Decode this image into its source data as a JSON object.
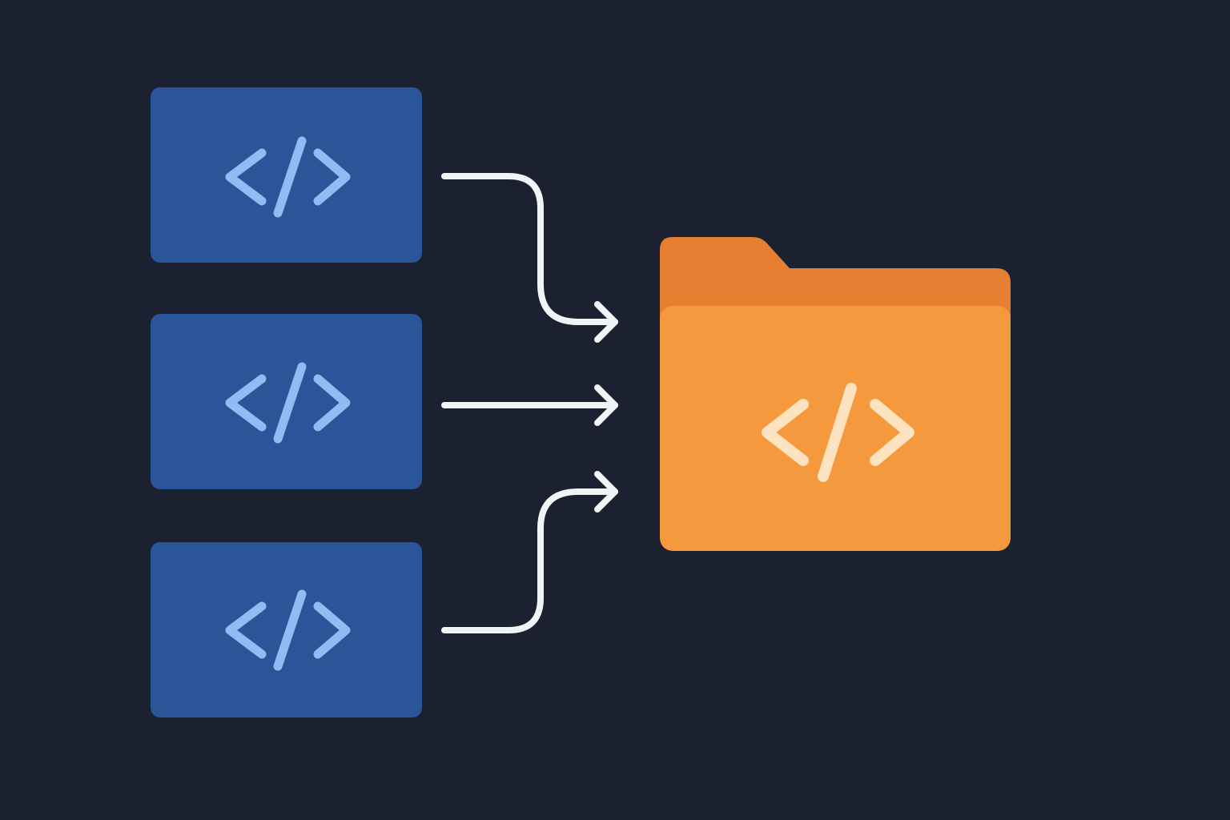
{
  "colors": {
    "background": "#1b2130",
    "source_box": "#2a5599",
    "source_icon": "#8fbcf2",
    "arrow": "#f2f3f5",
    "folder_back": "#e77f32",
    "folder_front": "#f5993e",
    "folder_icon": "#fde3c0"
  },
  "diagram": {
    "sources": [
      {
        "icon": "code-icon"
      },
      {
        "icon": "code-icon"
      },
      {
        "icon": "code-icon"
      }
    ],
    "connectors": [
      {
        "from": "source-1",
        "to": "folder"
      },
      {
        "from": "source-2",
        "to": "folder"
      },
      {
        "from": "source-3",
        "to": "folder"
      }
    ],
    "target": {
      "type": "folder",
      "icon": "code-icon"
    }
  }
}
